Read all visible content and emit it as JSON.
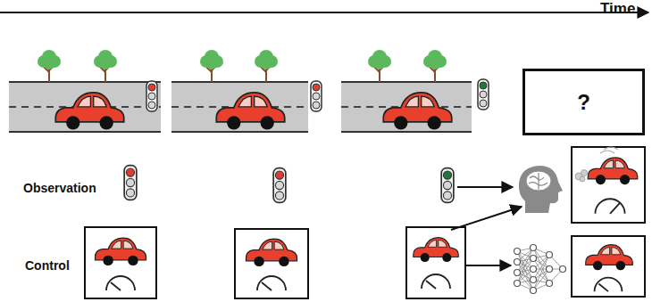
{
  "diagram": {
    "nodes": [
      {
        "text": [
          "?"
        ]
      }
    ],
    "labels": [
      "Time",
      "Observation",
      "Control"
    ]
  }
}
